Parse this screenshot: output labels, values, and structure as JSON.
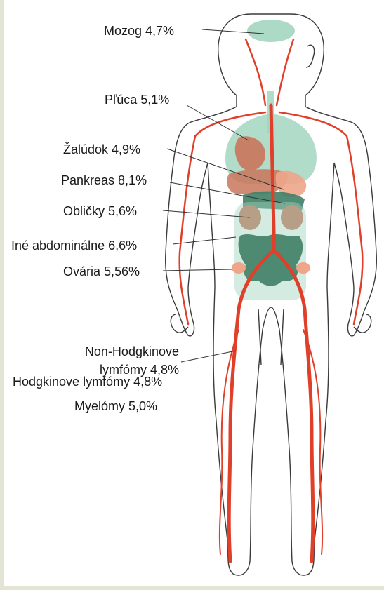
{
  "labels": {
    "brain": "Mozog 4,7%",
    "lungs": "Pľúca 5,1%",
    "stomach": "Žalúdok 4,9%",
    "pancreas": "Pankreas 8,1%",
    "kidneys": "Obličky 5,6%",
    "other_abdominal": "Iné abdominálne 6,6%",
    "ovaries": "Ovária 5,56%",
    "nhl_line1": "Non-Hodgkinove",
    "nhl_line2": "lymfómy 4,8%",
    "hodgkin": "Hodgkinove lymfómy 4,8%",
    "myeloma": "Myelómy 5,0%"
  },
  "colors": {
    "vessel": "#e0402a",
    "organ_green": "#9fd3bd",
    "organ_dark": "#3f7f66",
    "organ_brown": "#c9765a",
    "organ_salmon": "#eea58a",
    "outline": "#3a3a3a",
    "leader": "#333333"
  }
}
